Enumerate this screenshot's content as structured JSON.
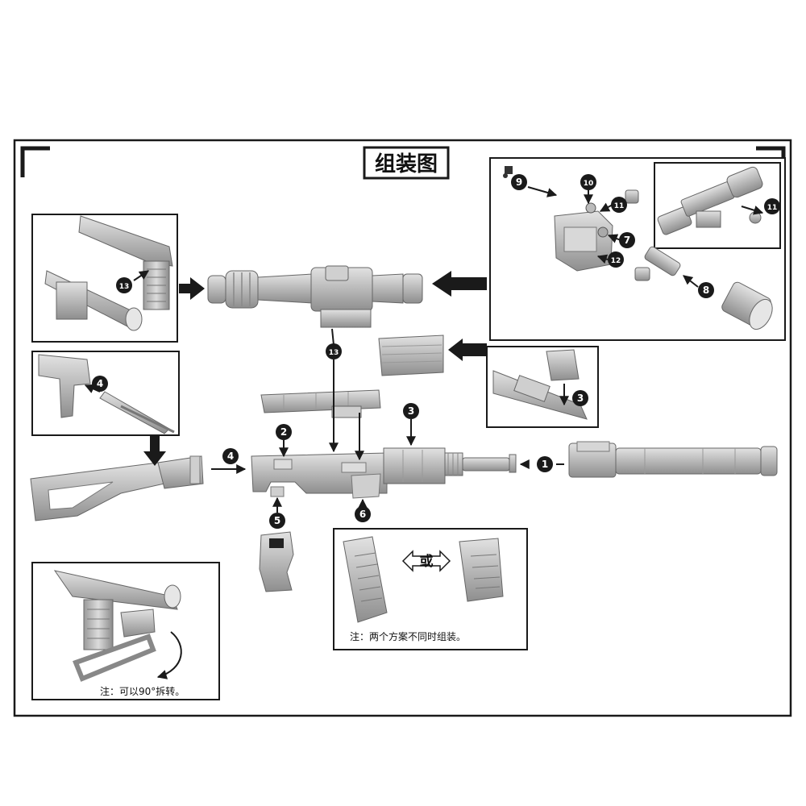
{
  "title": "组装图",
  "notes": {
    "magazine": "注：两个方案不同时组装。",
    "stock_rotation": "注：可以90°拆转。"
  },
  "or_label": "或",
  "step_numbers": [
    "1",
    "2",
    "3",
    "4",
    "5",
    "6",
    "7",
    "8",
    "9",
    "10",
    "11",
    "12",
    "13"
  ],
  "colors": {
    "frame": "#1a1a1a",
    "part_fill": "#c8c8c8",
    "part_stroke": "#6e6e6e",
    "badge": "#1a1a1a",
    "arrow": "#1a1a1a"
  }
}
